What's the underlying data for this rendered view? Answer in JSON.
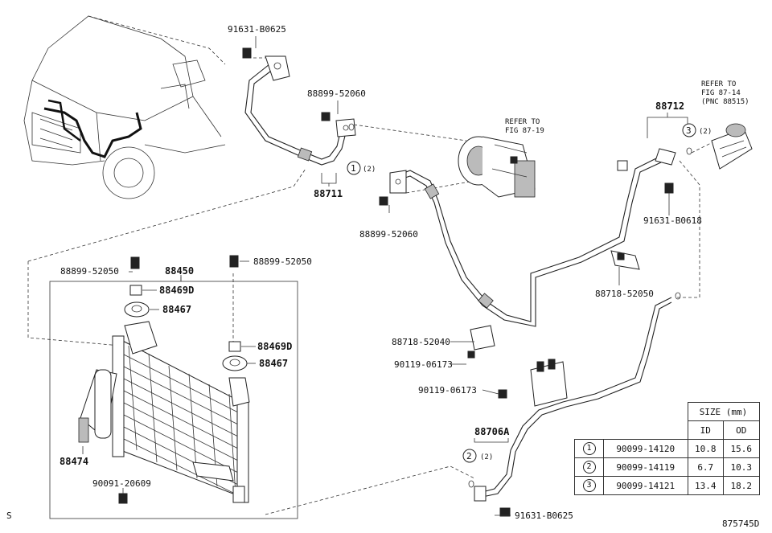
{
  "labels": {
    "p1": "91631-B0625",
    "p2": "88899-52060",
    "p3": "88711",
    "p4": "88899-52060",
    "p5": "88712",
    "p6": "91631-B0618",
    "p7": "88718-52050",
    "p8": "88718-52040",
    "p9": "90119-06173",
    "p10": "90119-06173",
    "p11": "88706A",
    "p12": "91631-B0625",
    "p13": "88450",
    "p14": "88899-52050",
    "p15": "88899-52050",
    "p16": "88469D",
    "p17": "88467",
    "p18": "88469D",
    "p19": "88467",
    "p20": "88474",
    "p21": "90091-20609",
    "qty_1": "(2)",
    "qty_2": "(2)",
    "qty_3": "(2)",
    "circle_1": "1",
    "circle_2": "2",
    "circle_3": "3"
  },
  "refer_87_19": {
    "line1": "REFER TO",
    "line2": "FIG 87-19"
  },
  "refer_87_14": {
    "line1": "REFER TO",
    "line2": "FIG 87-14",
    "line3": "(PNC 88515)"
  },
  "size_table": {
    "header": "SIZE (mm)",
    "col_id": "ID",
    "col_od": "OD",
    "rows": [
      {
        "no": "1",
        "part": "90099-14120",
        "id": "10.8",
        "od": "15.6"
      },
      {
        "no": "2",
        "part": "90099-14119",
        "id": "6.7",
        "od": "10.3"
      },
      {
        "no": "3",
        "part": "90099-14121",
        "id": "13.4",
        "od": "18.2"
      }
    ]
  },
  "corner_left": "S",
  "diagram_code": "875745D"
}
